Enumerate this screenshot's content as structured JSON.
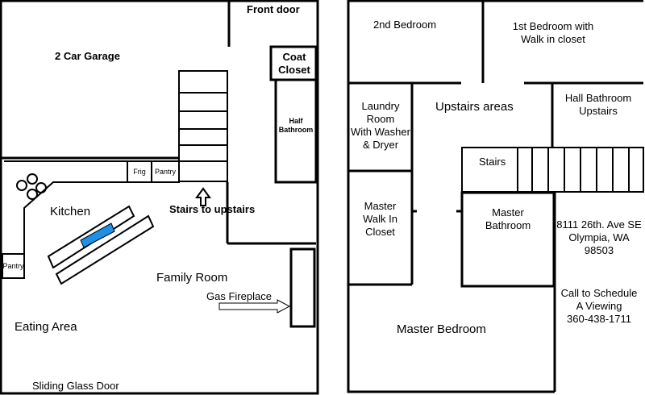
{
  "downstairs": {
    "front_door": "Front door",
    "garage": "2 Car Garage",
    "coat_closet": [
      "Coat",
      "Closet"
    ],
    "half_bathroom": [
      "Half",
      "Bathroom"
    ],
    "frig": "Frig",
    "pantry_top": "Pantry",
    "kitchen": "Kitchen",
    "pantry_left": "Pantry",
    "stairs_to_upstairs": "Stairs to upstairs",
    "family_room": "Family Room",
    "gas_fireplace": "Gas Fireplace",
    "eating_area": "Eating Area",
    "sliding_glass_door": "Sliding Glass Door"
  },
  "upstairs": {
    "second_bedroom": "2nd Bedroom",
    "first_bedroom": [
      "1st Bedroom with",
      "Walk in closet"
    ],
    "laundry_room": [
      "Laundry",
      "Room",
      "With Washer",
      "& Dryer"
    ],
    "upstairs_areas": "Upstairs areas",
    "hall_bathroom": [
      "Hall Bathroom",
      "Upstairs"
    ],
    "stairs": "Stairs",
    "master_walk_in_closet": [
      "Master",
      "Walk In",
      "Closet"
    ],
    "master_bathroom": [
      "Master",
      "Bathroom"
    ],
    "master_bedroom": "Master Bedroom"
  },
  "info": {
    "address": [
      "8111 26th. Ave SE",
      "Olympia, WA",
      "98503"
    ],
    "call": [
      "Call to Schedule",
      "A Viewing",
      "360-438-1711"
    ]
  },
  "colors": {
    "wall": "#000000",
    "sink": "#1e90e6"
  },
  "icons": [
    "up-arrow-icon",
    "right-arrow-icon",
    "sink-icon",
    "stove-burner-icon"
  ]
}
